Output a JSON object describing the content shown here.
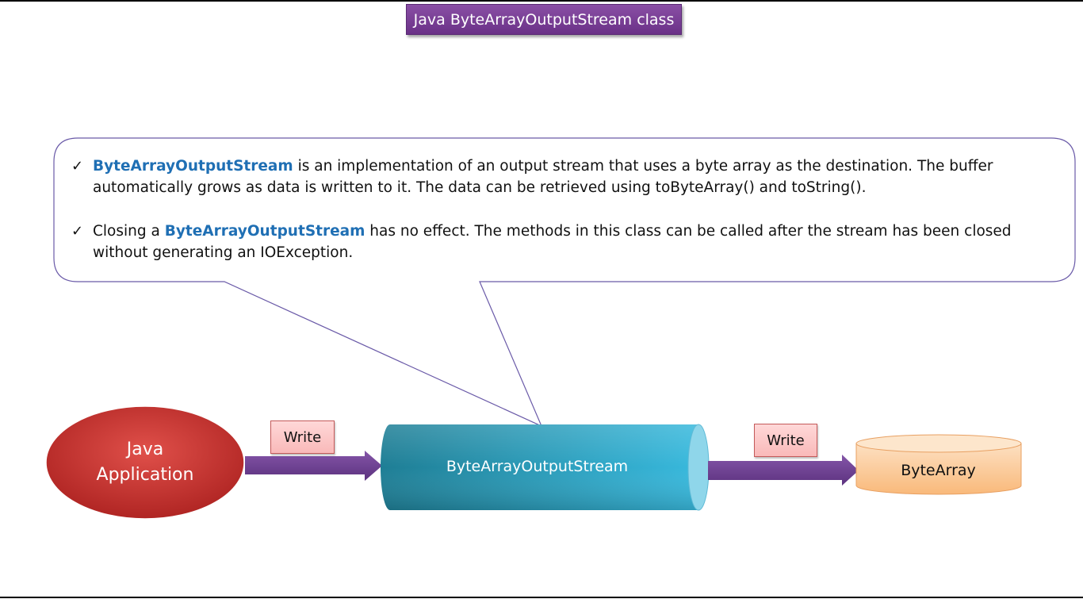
{
  "title": "Java ByteArrayOutputStream class",
  "callout": {
    "bullets": [
      {
        "keyword": "ByteArrayOutputStream",
        "prefix": "",
        "text": " is an implementation of an output stream that uses a byte array as the destination. The buffer automatically grows as data is written to it. The data can be retrieved using toByteArray() and toString()."
      },
      {
        "prefix": "Closing a ",
        "keyword": "ByteArrayOutputStream",
        "text": " has no effect. The methods in this class can be called after the stream has been closed without generating an IOException."
      }
    ]
  },
  "nodes": {
    "java_application": {
      "line1": "Java",
      "line2": "Application"
    },
    "stream": "ByteArrayOutputStream",
    "byte_array": "ByteArray"
  },
  "edges": {
    "write_1": "Write",
    "write_2": "Write"
  },
  "colors": {
    "title_bg": "#7b3f98",
    "java_app": "#c8302f",
    "stream": "#2ba4c4",
    "arrow": "#6b3e91",
    "bytearray": "#fbc28e",
    "write_label": "#fbc6c6",
    "keyword": "#1f6fb4"
  }
}
